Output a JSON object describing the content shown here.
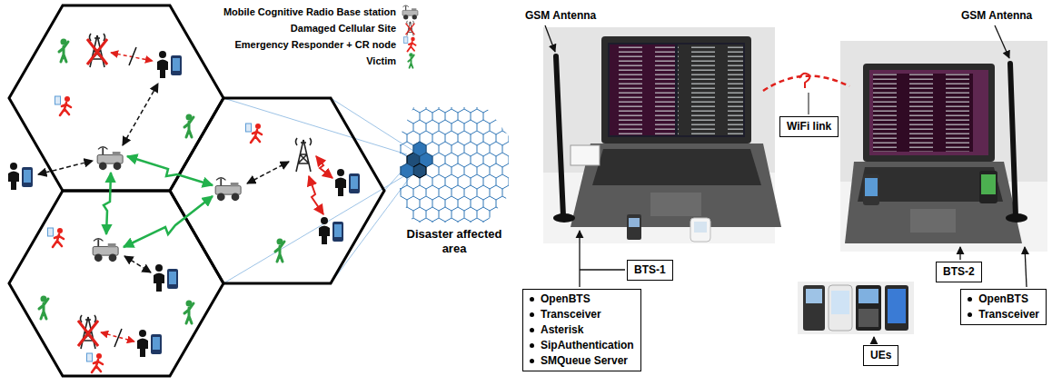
{
  "diagram": {
    "nodes": [
      {
        "text": [
          "WiFi link"
        ]
      },
      {
        "text": [
          "BTS-1"
        ]
      },
      {
        "text": [
          "OpenBTS",
          "Transceiver",
          "Asterisk",
          "SipAuthentication",
          "SMQueue Server"
        ]
      },
      {
        "text": [
          "BTS-2"
        ]
      },
      {
        "text": [
          "OpenBTS",
          "Transceiver"
        ]
      },
      {
        "text": [
          "UEs"
        ]
      }
    ],
    "labels": [
      "GSM Antenna",
      "GSM Antenna",
      "Disaster affected area"
    ],
    "legend": [
      {
        "text": "Mobile Cognitive Radio Base station"
      },
      {
        "text": "Damaged Cellular Site"
      },
      {
        "text": "Emergency Responder + CR node"
      },
      {
        "text": "Victim"
      }
    ]
  }
}
